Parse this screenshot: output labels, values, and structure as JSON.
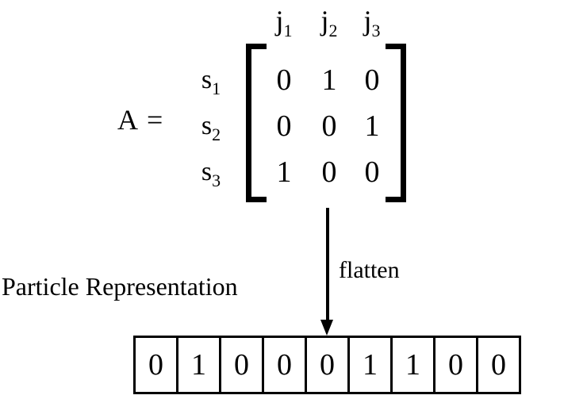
{
  "diagram": {
    "matrix": {
      "name_label": "A =",
      "column_headers": [
        {
          "base": "j",
          "sub": "1"
        },
        {
          "base": "j",
          "sub": "2"
        },
        {
          "base": "j",
          "sub": "3"
        }
      ],
      "row_labels": [
        {
          "base": "s",
          "sub": "1"
        },
        {
          "base": "s",
          "sub": "2"
        },
        {
          "base": "s",
          "sub": "3"
        }
      ],
      "rows": [
        [
          "0",
          "1",
          "0"
        ],
        [
          "0",
          "0",
          "1"
        ],
        [
          "1",
          "0",
          "0"
        ]
      ]
    },
    "arrow": {
      "label": "flatten",
      "direction": "down"
    },
    "caption": "Particle Representation",
    "flattened_vector": {
      "values": [
        "0",
        "1",
        "0",
        "0",
        "0",
        "1",
        "1",
        "0",
        "0"
      ]
    },
    "colors": {
      "background": "#ffffff",
      "ink": "#000000"
    }
  }
}
